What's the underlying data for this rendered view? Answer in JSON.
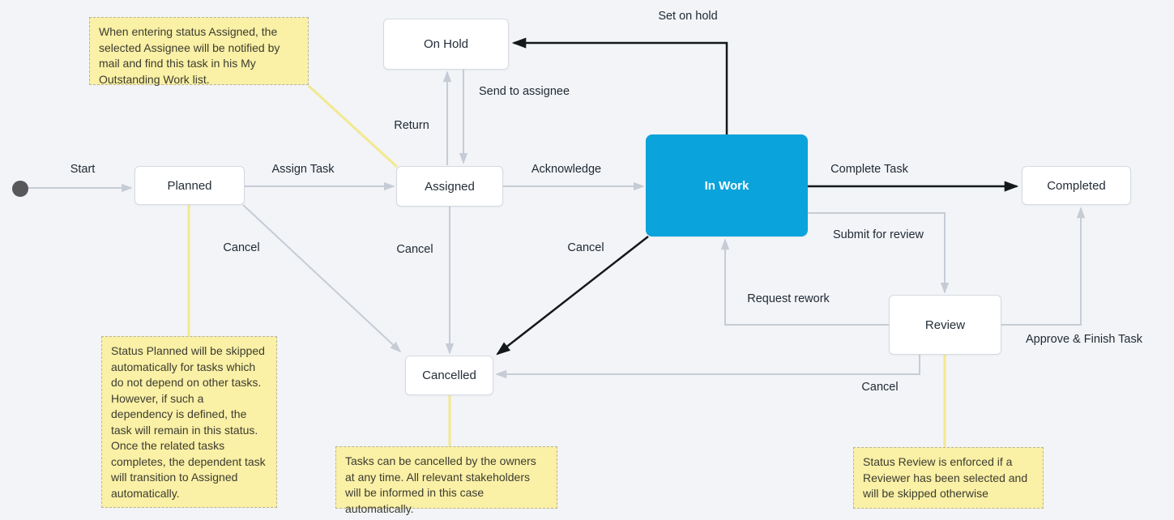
{
  "colors": {
    "background": "#f2f4f7",
    "node_fill": "#ffffff",
    "node_border": "#d6dae1",
    "active_node_fill": "#0ba3db",
    "active_node_text": "#ffffff",
    "edge_gray": "#c6ccd6",
    "edge_black": "#15181b",
    "note_fill": "#faf0a6",
    "note_border": "#b9b2a4",
    "connector_yellow": "#f3e88e",
    "start_node_fill": "#58585a",
    "text": "#232d38"
  },
  "nodes": {
    "planned": {
      "label": "Planned"
    },
    "assigned": {
      "label": "Assigned"
    },
    "on_hold": {
      "label": "On Hold"
    },
    "in_work": {
      "label": "In Work",
      "active": true
    },
    "completed": {
      "label": "Completed"
    },
    "review": {
      "label": "Review"
    },
    "cancelled": {
      "label": "Cancelled"
    }
  },
  "edges": {
    "start": {
      "label": "Start"
    },
    "assign_task": {
      "label": "Assign Task"
    },
    "acknowledge": {
      "label": "Acknowledge"
    },
    "return": {
      "label": "Return"
    },
    "send_to_assignee": {
      "label": "Send to assignee"
    },
    "set_on_hold": {
      "label": "Set on hold"
    },
    "complete_task": {
      "label": "Complete Task"
    },
    "submit_for_review": {
      "label": "Submit for review"
    },
    "request_rework": {
      "label": "Request rework"
    },
    "approve_finish_task": {
      "label": "Approve & Finish Task"
    },
    "cancel_from_planned": {
      "label": "Cancel"
    },
    "cancel_from_assigned": {
      "label": "Cancel"
    },
    "cancel_from_in_work": {
      "label": "Cancel"
    },
    "cancel_from_review": {
      "label": "Cancel"
    }
  },
  "notes": {
    "assigned_note": {
      "text": "When entering status Assigned, the selected Assignee will be notified by mail and find this task in his My Outstanding Work list."
    },
    "planned_note": {
      "text": "Status Planned will be skipped automatically for tasks which do not depend on other tasks. However, if such a dependency is defined, the task will remain in this status. Once the related tasks completes, the dependent task will transition to Assigned automatically."
    },
    "cancelled_note": {
      "text": "Tasks can be cancelled by the owners at any time. All relevant stakeholders will be informed in this case automatically."
    },
    "review_note": {
      "text": "Status Review is enforced if a Reviewer has been selected and will be skipped otherwise"
    }
  }
}
